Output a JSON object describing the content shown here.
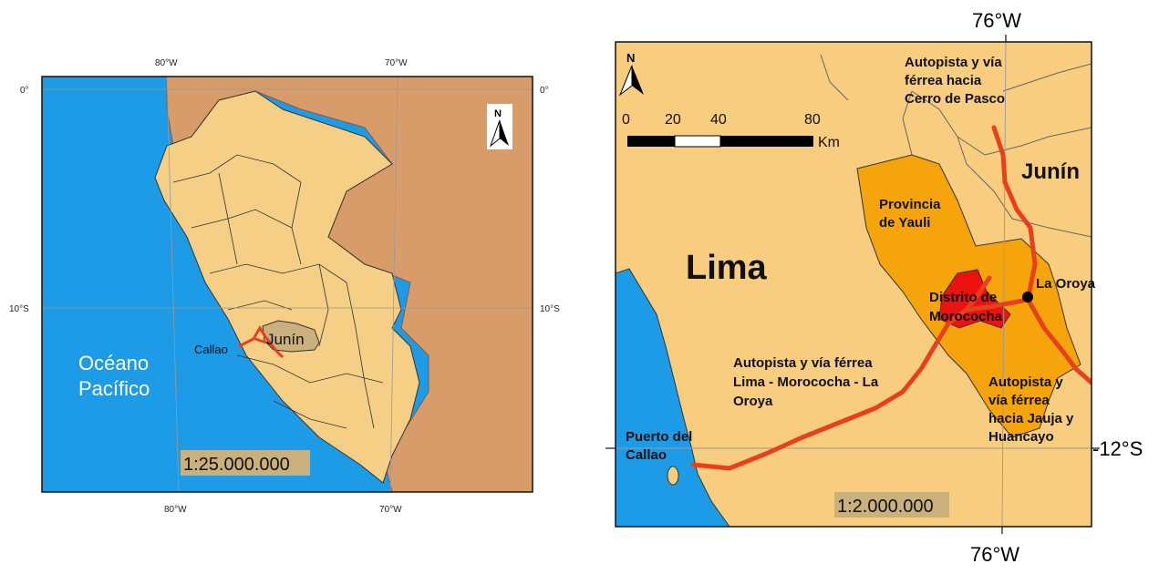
{
  "left_map": {
    "ticks": {
      "top_lon_1": "80°W",
      "top_lon_2": "70°W",
      "bottom_lon_1": "80°W",
      "bottom_lon_2": "70°W",
      "left_lat_1": "0°",
      "left_lat_2": "10°S",
      "right_lat_1": "0°",
      "right_lat_2": "10°S"
    },
    "labels": {
      "ocean_line1": "Océano",
      "ocean_line2": "Pacífico",
      "region": "Junín",
      "port": "Callao"
    },
    "scale": "1:25.000.000",
    "north": "N",
    "colors": {
      "ocean": "#1e9be6",
      "peru": "#f5cf86",
      "neighbors": "#d89c6a",
      "junin": "#c9b07c",
      "route": "#e8401c"
    }
  },
  "right_map": {
    "ticks": {
      "top_lon": "76°W",
      "bottom_lon": "76°W",
      "right_lat": "-12°S"
    },
    "labels": {
      "lima": "Lima",
      "junin": "Junín",
      "yauli_1": "Provincia",
      "yauli_2": "de Yauli",
      "morococha_1": "Distrito de",
      "morococha_2": "Morococha",
      "oroya": "La Oroya",
      "pasco_1": "Autopista y vía",
      "pasco_2": "férrea hacia",
      "pasco_3": "Cerro de Pasco",
      "lima_route_1": "Autopista y vía férrea",
      "lima_route_2": "Lima - Morococha - La",
      "lima_route_3": "Oroya",
      "jauja_1": "Autopista y",
      "jauja_2": "vía férrea",
      "jauja_3": "hacia Jauja y",
      "jauja_4": "Huancayo",
      "callao_1": "Puerto del",
      "callao_2": "Callao"
    },
    "scale": "1:2.000.000",
    "north": "N",
    "scalebar": {
      "t0": "0",
      "t20": "20",
      "t40": "40",
      "t80": "80",
      "unit": "Km"
    },
    "colors": {
      "land": "#f8cd7f",
      "yauli": "#f5a40c",
      "morococha": "#ee1111",
      "ocean": "#1e9be6",
      "route": "#e8401c"
    }
  }
}
